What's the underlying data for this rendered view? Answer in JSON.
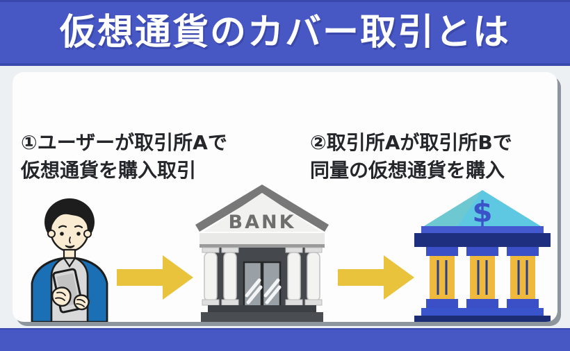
{
  "header": {
    "title": "仮想通貨のカバー取引とは",
    "bg_color": "#4757c4",
    "text_color": "#ffffff"
  },
  "footer": {
    "bg_color": "#4757c4"
  },
  "card": {
    "bg_color": "#fdfdfd",
    "shadow_color": "#8d959d"
  },
  "diagram": {
    "step1": {
      "line1": "①ユーザーが取引所Aで",
      "line2": "仮想通貨を購入取引"
    },
    "step2": {
      "line1": "②取引所Aが取引所Bで",
      "line2": "同量の仮想通貨を購入"
    },
    "bank_label": "BANK",
    "dollar_sign": "$",
    "arrow_color": "#e8c33b",
    "icons": [
      {
        "name": "user-with-smartphone-icon",
        "meaning": "ユーザー (user buying crypto on phone)"
      },
      {
        "name": "bank-building-gray-icon",
        "meaning": "取引所A (Exchange A)"
      },
      {
        "name": "bank-building-blue-icon",
        "meaning": "取引所B (Exchange B)"
      }
    ],
    "colors": {
      "person_jacket": "#1b6fb5",
      "person_shirt": "#d9d9d9",
      "skin": "#f9ecd2",
      "gray_bank_wall": "#45494d",
      "blue_bank_roof": "#5ec7e2",
      "blue_bank_navy": "#1f2f80",
      "blue_bank_royal": "#3b50c6",
      "blue_bank_column": "#eeb93d"
    }
  }
}
